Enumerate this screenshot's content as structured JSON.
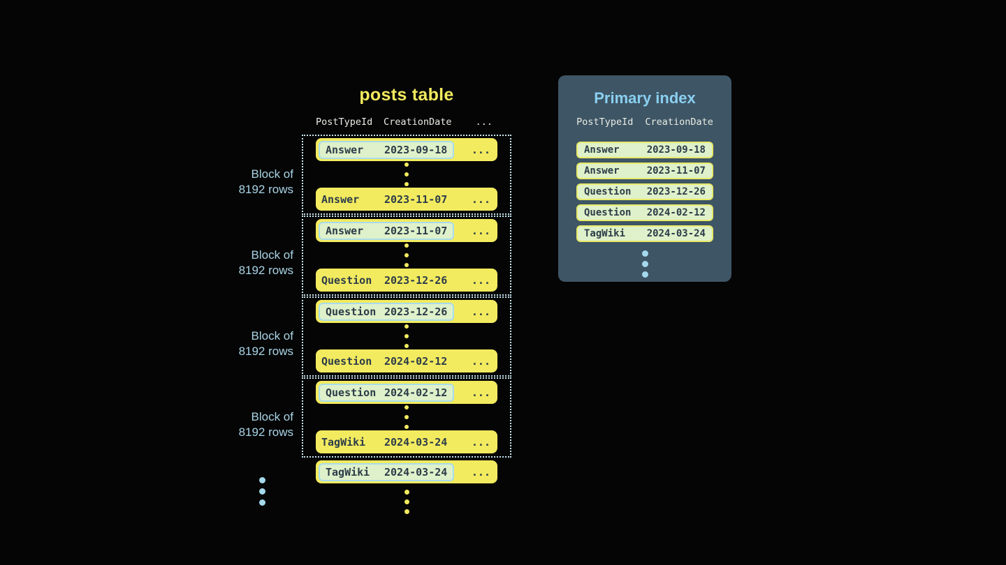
{
  "posts_table": {
    "title": "posts table",
    "headers": {
      "col1": "PostTypeId",
      "col2": "CreationDate",
      "col3": "..."
    },
    "block_label_line1": "Block of",
    "block_label_line2": "8192 rows",
    "row_ellipsis": "...",
    "blocks": [
      {
        "first": {
          "type": "Answer",
          "date": "2023-09-18"
        },
        "last": {
          "type": "Answer",
          "date": "2023-11-07"
        }
      },
      {
        "first": {
          "type": "Answer",
          "date": "2023-11-07"
        },
        "last": {
          "type": "Question",
          "date": "2023-12-26"
        }
      },
      {
        "first": {
          "type": "Question",
          "date": "2023-12-26"
        },
        "last": {
          "type": "Question",
          "date": "2024-02-12"
        }
      },
      {
        "first": {
          "type": "Question",
          "date": "2024-02-12"
        },
        "last": {
          "type": "TagWiki",
          "date": "2024-03-24"
        }
      }
    ],
    "trailing_row": {
      "type": "TagWiki",
      "date": "2024-03-24"
    }
  },
  "primary_index": {
    "title": "Primary index",
    "headers": {
      "col1": "PostTypeId",
      "col2": "CreationDate"
    },
    "rows": [
      {
        "type": "Answer",
        "date": "2023-09-18"
      },
      {
        "type": "Answer",
        "date": "2023-11-07"
      },
      {
        "type": "Question",
        "date": "2023-12-26"
      },
      {
        "type": "Question",
        "date": "2024-02-12"
      },
      {
        "type": "TagWiki",
        "date": "2024-03-24"
      }
    ]
  },
  "colors": {
    "background": "#050505",
    "row_yellow": "#f3eb5f",
    "highlight_green": "#dff1ca",
    "highlight_border_blue": "#a8dcec",
    "index_row_border_yellow": "#e8ea68",
    "panel_background": "#3e5565",
    "panel_title_blue": "#8ad0f0",
    "block_label_blue": "#a9d4e6",
    "dotted_border_blue": "#c9e7f2",
    "header_text": "#e9ece4",
    "dark_text": "#2c3c49",
    "dot_blue": "#a5d9ec"
  }
}
